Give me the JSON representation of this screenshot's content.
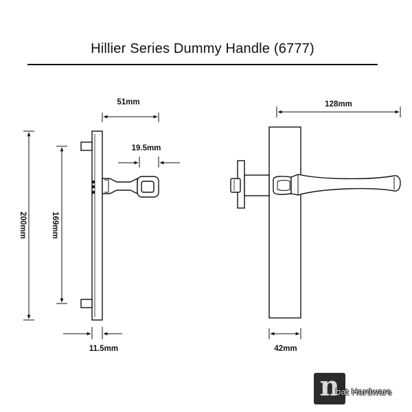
{
  "title": "Hillier Series Dummy Handle (6777)",
  "dimensions": {
    "side_rose_projection": "51mm",
    "side_lever_width": "19.5mm",
    "side_total_height": "200mm",
    "side_fixing_centres": "169mm",
    "side_plate_thickness": "11.5mm",
    "front_lever_length": "128mm",
    "front_plate_width": "42mm"
  },
  "logo": {
    "mark": "n",
    "text": "bat Hardware"
  }
}
